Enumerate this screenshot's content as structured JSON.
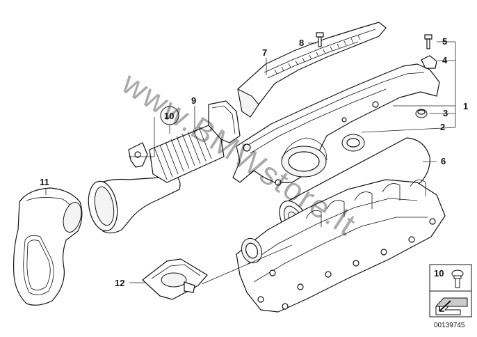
{
  "watermark": "www.BMWstore.lt",
  "callouts": {
    "c1": "1",
    "c2": "2",
    "c3": "3",
    "c4": "4",
    "c5": "5",
    "c6": "6",
    "c7": "7",
    "c8": "8",
    "c9": "9",
    "c10": "10",
    "c11": "11",
    "c12": "12"
  },
  "legend": {
    "number": "10"
  },
  "document_number": "00139745"
}
